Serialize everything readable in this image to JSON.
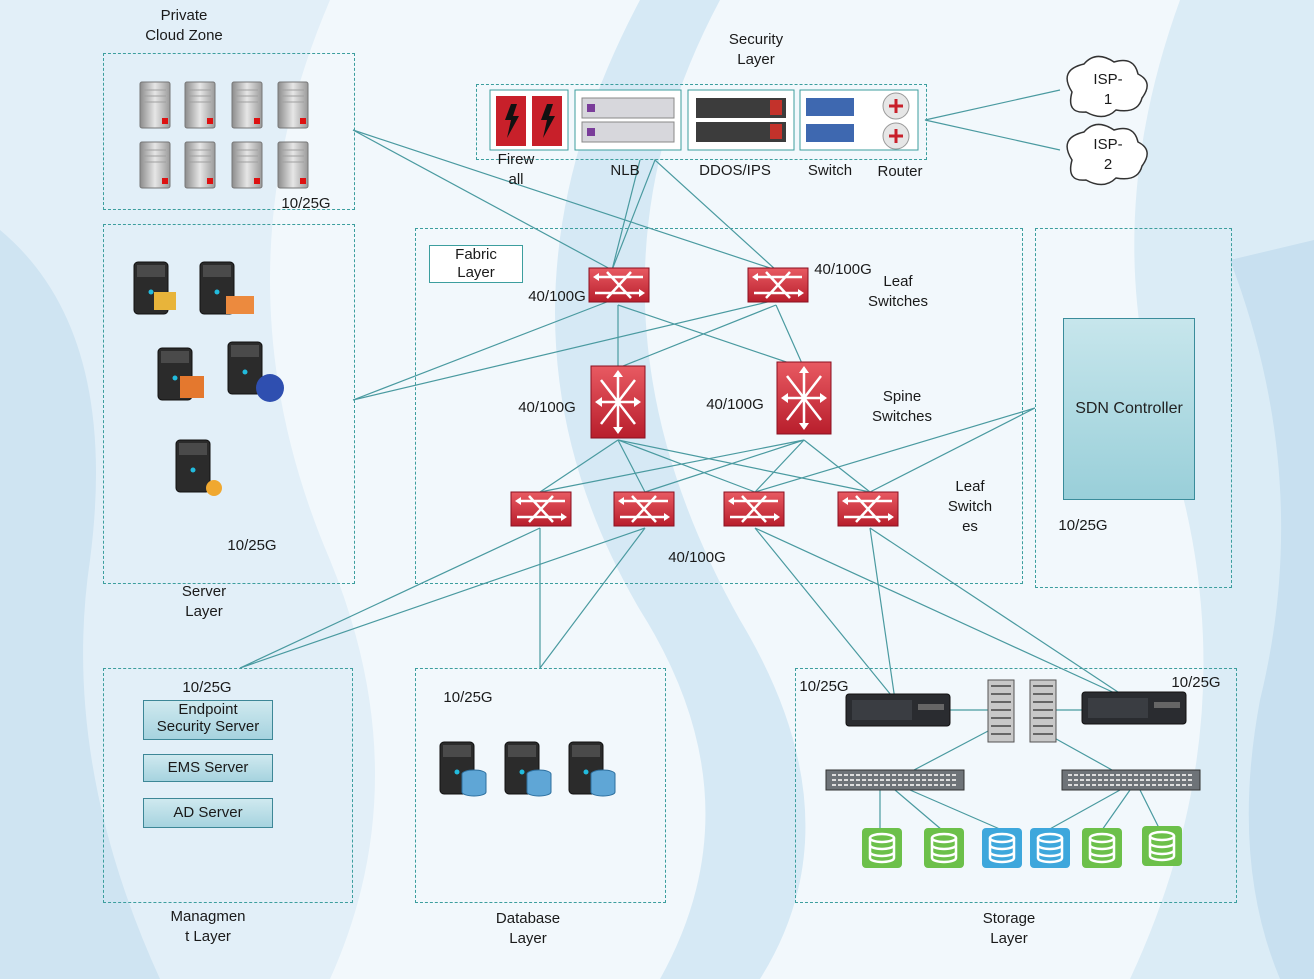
{
  "zones": {
    "private_cloud": "Private\nCloud Zone",
    "security": "Security\nLayer",
    "server": "Server\nLayer",
    "fabric": "Fabric\nLayer",
    "management": "Managmen\nt Layer",
    "database": "Database\nLayer",
    "storage": "Storage\nLayer"
  },
  "security_devices": {
    "firewall": "Firew\nall",
    "nlb": "NLB",
    "ddos": "DDOS/IPS",
    "switch": "Switch",
    "router": "Router"
  },
  "isps": [
    "ISP-\n1",
    "ISP-\n2"
  ],
  "switch_groups": {
    "leaf_top": "Leaf\nSwitches",
    "spine": "Spine\nSwitches",
    "leaf_bottom": "Leaf\nSwitch\nes"
  },
  "speeds": {
    "s10_25": "10/25G",
    "s40_100": "40/100G",
    "s40_100_cut": "40/100G"
  },
  "sdn_controller": "SDN Controller",
  "management_servers": [
    "Endpoint\nSecurity Server",
    "EMS Server",
    "AD Server"
  ],
  "colors": {
    "zone_border": "#3c9e9e",
    "link": "#4a9aa0",
    "switch_red": "#d0303c",
    "storage_green": "#6cc04a",
    "storage_blue": "#3ea7dc"
  }
}
